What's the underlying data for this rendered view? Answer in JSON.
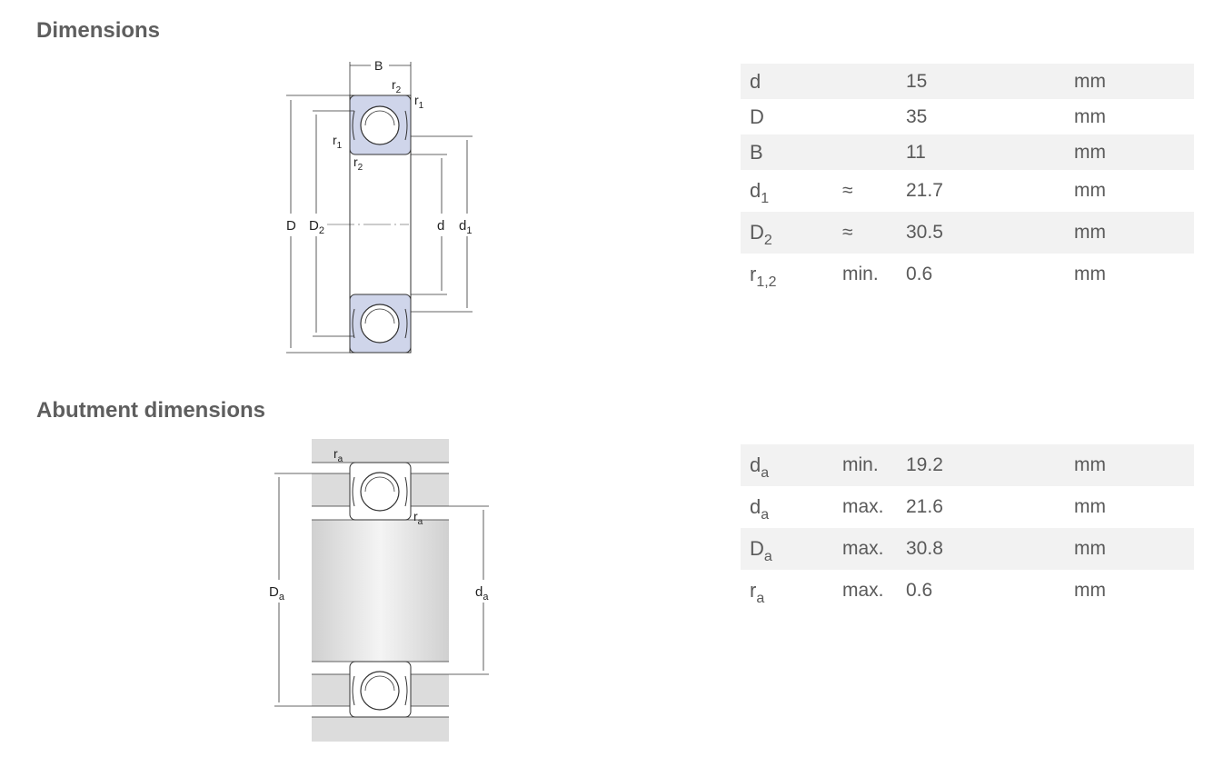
{
  "dimensions": {
    "title": "Dimensions",
    "figure_labels": {
      "B": "B",
      "r2_top": "r",
      "r2_top_sub": "2",
      "r1_top": "r",
      "r1_top_sub": "1",
      "r1_side": "r",
      "r1_side_sub": "1",
      "r2_side": "r",
      "r2_side_sub": "2",
      "D": "D",
      "D2": "D",
      "D2_sub": "2",
      "d": "d",
      "d1": "d",
      "d1_sub": "1"
    },
    "rows": [
      {
        "symbol": "d",
        "sub": "",
        "qualifier": "",
        "value": "15",
        "unit": "mm"
      },
      {
        "symbol": "D",
        "sub": "",
        "qualifier": "",
        "value": "35",
        "unit": "mm"
      },
      {
        "symbol": "B",
        "sub": "",
        "qualifier": "",
        "value": "11",
        "unit": "mm"
      },
      {
        "symbol": "d",
        "sub": "1",
        "qualifier": "≈",
        "value": "21.7",
        "unit": "mm"
      },
      {
        "symbol": "D",
        "sub": "2",
        "qualifier": "≈",
        "value": "30.5",
        "unit": "mm"
      },
      {
        "symbol": "r",
        "sub": "1,2",
        "qualifier": "min.",
        "value": "0.6",
        "unit": "mm"
      }
    ]
  },
  "abutment": {
    "title": "Abutment dimensions",
    "figure_labels": {
      "ra_top": "r",
      "ra_top_sub": "a",
      "ra_mid": "r",
      "ra_mid_sub": "a",
      "Da": "D",
      "Da_sub": "a",
      "da": "d",
      "da_sub": "a"
    },
    "rows": [
      {
        "symbol": "d",
        "sub": "a",
        "qualifier": "min.",
        "value": "19.2",
        "unit": "mm"
      },
      {
        "symbol": "d",
        "sub": "a",
        "qualifier": "max.",
        "value": "21.6",
        "unit": "mm"
      },
      {
        "symbol": "D",
        "sub": "a",
        "qualifier": "max.",
        "value": "30.8",
        "unit": "mm"
      },
      {
        "symbol": "r",
        "sub": "a",
        "qualifier": "max.",
        "value": "0.6",
        "unit": "mm"
      }
    ]
  },
  "colors": {
    "ring_fill": "#cfd5ea",
    "housing_fill": "#dcdcdc",
    "row_stripe": "#f2f2f2"
  }
}
